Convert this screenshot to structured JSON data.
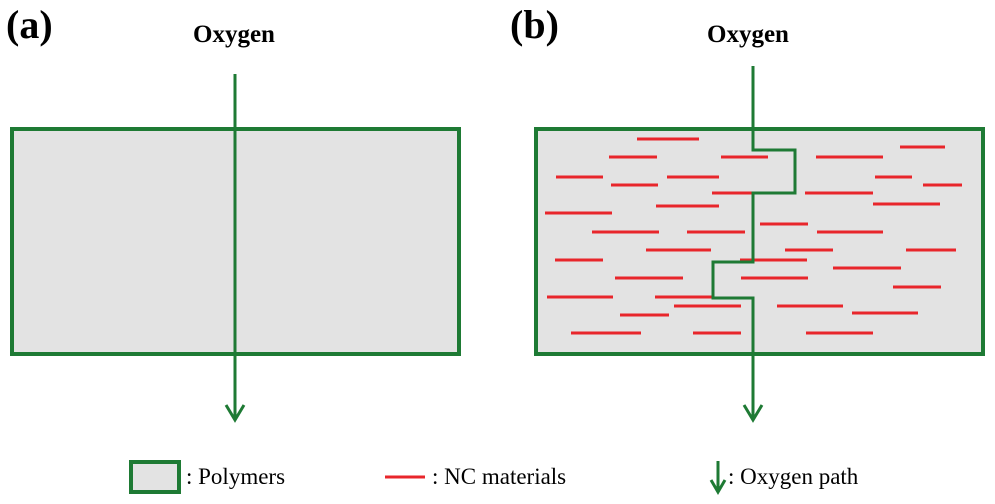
{
  "colors": {
    "polymer_fill": "#e3e3e3",
    "polymer_border": "#1e7a34",
    "nc_material": "#e8262b",
    "oxygen_path": "#1e7a34"
  },
  "panel_a": {
    "label": "(a)",
    "oxygen_label": "Oxygen"
  },
  "panel_b": {
    "label": "(b)",
    "oxygen_label": "Oxygen"
  },
  "legend": {
    "polymers": ": Polymers",
    "nc_materials": ": NC materials",
    "oxygen_path": ": Oxygen path"
  }
}
